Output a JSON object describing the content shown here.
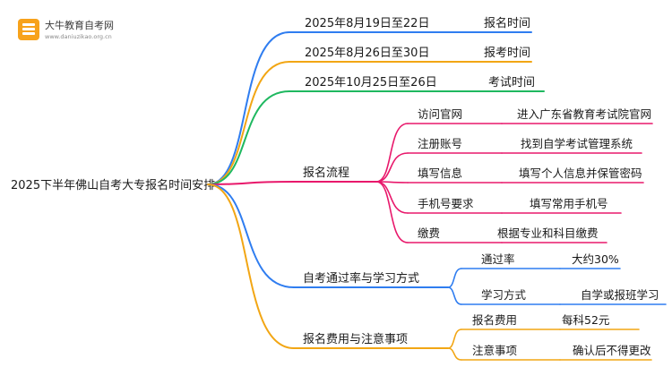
{
  "logo": {
    "title": "大牛教育自考网",
    "url": "www.daniuzikao.org.cn"
  },
  "root": {
    "label": "2025下半年佛山自考大专报名时间安排"
  },
  "branches": [
    {
      "id": "b1",
      "color": "#2f7df0",
      "label": "2025年8月19日至22日",
      "children": [
        {
          "label": "报名时间"
        }
      ]
    },
    {
      "id": "b2",
      "color": "#f2a614",
      "label": "2025年8月26日至30日",
      "children": [
        {
          "label": "报考时间"
        }
      ]
    },
    {
      "id": "b3",
      "color": "#1fb860",
      "label": "2025年10月25日至26日",
      "children": [
        {
          "label": "考试时间"
        }
      ]
    },
    {
      "id": "b4",
      "color": "#e8186b",
      "label": "报名流程",
      "children": [
        {
          "label": "访问官网",
          "children": [
            {
              "label": "进入广东省教育考试院官网"
            }
          ]
        },
        {
          "label": "注册账号",
          "children": [
            {
              "label": "找到自学考试管理系统"
            }
          ]
        },
        {
          "label": "填写信息",
          "children": [
            {
              "label": "填写个人信息并保管密码"
            }
          ]
        },
        {
          "label": "手机号要求",
          "children": [
            {
              "label": "填写常用手机号"
            }
          ]
        },
        {
          "label": "缴费",
          "children": [
            {
              "label": "根据专业和科目缴费"
            }
          ]
        }
      ]
    },
    {
      "id": "b5",
      "color": "#2f7df0",
      "label": "自考通过率与学习方式",
      "children": [
        {
          "label": "通过率",
          "children": [
            {
              "label": "大约30%"
            }
          ]
        },
        {
          "label": "学习方式",
          "children": [
            {
              "label": "自学或报班学习"
            }
          ]
        }
      ]
    },
    {
      "id": "b6",
      "color": "#f2a614",
      "label": "报名费用与注意事项",
      "children": [
        {
          "label": "报名费用",
          "children": [
            {
              "label": "每科52元"
            }
          ]
        },
        {
          "label": "注意事项",
          "children": [
            {
              "label": "确认后不得更改"
            }
          ]
        }
      ]
    }
  ]
}
